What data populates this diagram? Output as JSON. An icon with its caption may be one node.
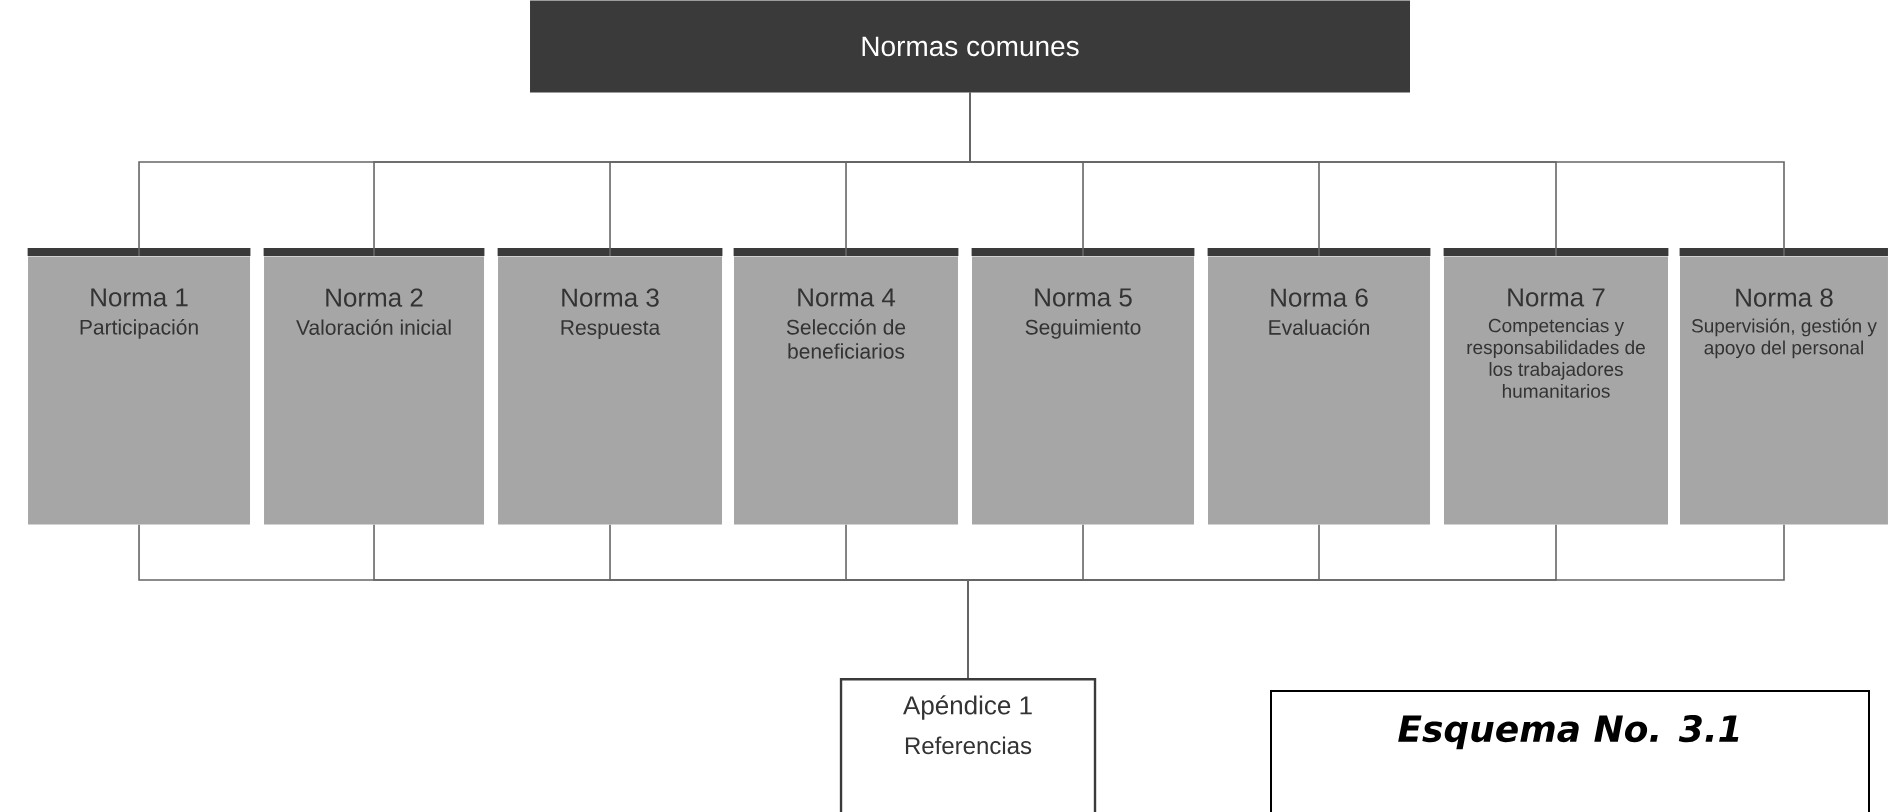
{
  "diagram": {
    "nodes": [
      {
        "text": [
          "Normas comunes"
        ]
      },
      {
        "text": [
          "Norma 1",
          "Participación"
        ]
      },
      {
        "text": [
          "Norma 2",
          "Valoración inicial"
        ]
      },
      {
        "text": [
          "Norma 3",
          "Respuesta"
        ]
      },
      {
        "text": [
          "Norma 4",
          "Selección de beneficiarios"
        ]
      },
      {
        "text": [
          "Norma 5",
          "Seguimiento"
        ]
      },
      {
        "text": [
          "Norma 6",
          "Evaluación"
        ]
      },
      {
        "text": [
          "Norma 7",
          "Competencias y responsabilidades de los trabajadores humanitarios"
        ]
      },
      {
        "text": [
          "Norma 8",
          "Supervisión, gestión y apoyo del personal"
        ]
      },
      {
        "text": [
          "Apéndice 1",
          "Referencias"
        ]
      },
      {
        "text": [
          "Esquema No. 3.1"
        ]
      }
    ],
    "edges": [
      {
        "from": 0,
        "to": 1,
        "arrow": "none"
      },
      {
        "from": 0,
        "to": 2,
        "arrow": "none"
      },
      {
        "from": 0,
        "to": 3,
        "arrow": "none"
      },
      {
        "from": 0,
        "to": 4,
        "arrow": "none"
      },
      {
        "from": 0,
        "to": 5,
        "arrow": "none"
      },
      {
        "from": 0,
        "to": 6,
        "arrow": "none"
      },
      {
        "from": 0,
        "to": 7,
        "arrow": "none"
      },
      {
        "from": 0,
        "to": 8,
        "arrow": "none"
      },
      {
        "from": 1,
        "to": 9,
        "arrow": "none"
      },
      {
        "from": 2,
        "to": 9,
        "arrow": "none"
      },
      {
        "from": 3,
        "to": 9,
        "arrow": "none"
      },
      {
        "from": 4,
        "to": 9,
        "arrow": "none"
      },
      {
        "from": 5,
        "to": 9,
        "arrow": "none"
      },
      {
        "from": 6,
        "to": 9,
        "arrow": "none"
      },
      {
        "from": 7,
        "to": 9,
        "arrow": "none"
      },
      {
        "from": 8,
        "to": 9,
        "arrow": "none"
      }
    ]
  }
}
